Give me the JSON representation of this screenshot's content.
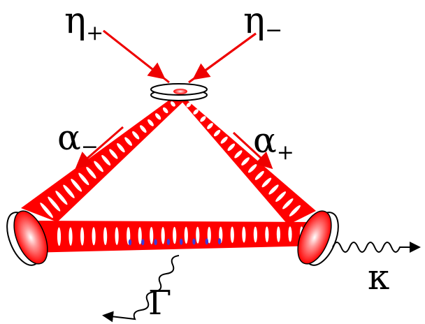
{
  "labels": {
    "eta_plus": {
      "symbol": "η",
      "subscript": "+"
    },
    "eta_minus": {
      "symbol": "η",
      "subscript": "−"
    },
    "alpha_minus": {
      "symbol": "α",
      "subscript": "−"
    },
    "alpha_plus": {
      "symbol": "α",
      "subscript": "+"
    },
    "kappa": {
      "symbol": "κ"
    },
    "gamma": {
      "symbol": "Γ"
    }
  },
  "colors": {
    "beam": "#ff0000",
    "arrow": "#ee0000",
    "atom": "#3b3bd9",
    "mirror_edge": "#000000"
  },
  "icons": {
    "top_mirror": "mirror-icon",
    "left_mirror": "mirror-icon",
    "right_mirror": "mirror-icon",
    "photon_loss": "wavy-arrow-icon",
    "atom_loss": "wavy-arrow-icon"
  }
}
